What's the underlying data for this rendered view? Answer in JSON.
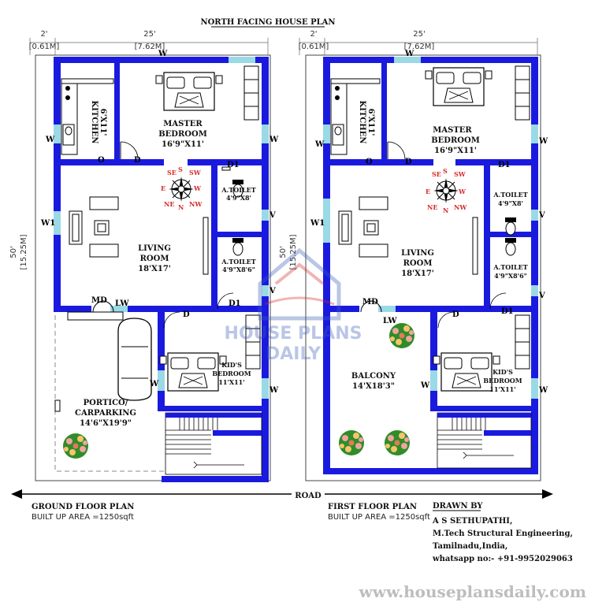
{
  "title": "NORTH FACING HOUSE PLAN",
  "road": "ROAD",
  "dimensions": {
    "setback_ft": "2'",
    "setback_m": "[0.61M]",
    "width_ft": "25'",
    "width_m": "[7.62M]",
    "depth_ft": "50'",
    "depth_m": "[15.25M]"
  },
  "compass": {
    "n": "N",
    "s": "S",
    "e": "E",
    "w": "W",
    "ne": "NE",
    "nw": "NW",
    "se": "SE",
    "sw": "SW"
  },
  "ground_floor": {
    "caption": "GROUND FLOOR PLAN",
    "area": "BUILT UP AREA =1250sqft",
    "kitchen": {
      "name": "KITCHEN",
      "size": "6'X11'"
    },
    "master": {
      "name": "MASTER",
      "name2": "BEDROOM",
      "size": "16'9\"X11'"
    },
    "living": {
      "name": "LIVING",
      "name2": "ROOM",
      "size": "18'X17'"
    },
    "toilet1": {
      "name": "A.TOILET",
      "size": "4'9\"X8'"
    },
    "toilet2": {
      "name": "A.TOILET",
      "size": "4'9\"X8'6\""
    },
    "kids": {
      "name": "KID'S",
      "name2": "BEDROOM",
      "size": "11'X11'"
    },
    "portico": {
      "name": "PORTICO/",
      "name2": "CARPARKING",
      "size": "14'6\"X19'9\""
    }
  },
  "first_floor": {
    "caption": "FIRST FLOOR PLAN",
    "area": "BUILT UP AREA =1250sqft",
    "kitchen": {
      "name": "KITCHEN",
      "size": "6'X11'"
    },
    "master": {
      "name": "MASTER",
      "name2": "BEDROOM",
      "size": "16'9\"X11'"
    },
    "living": {
      "name": "LIVING",
      "name2": "ROOM",
      "size": "18'X17'"
    },
    "toilet1": {
      "name": "A.TOILET",
      "size": "4'9\"X8'"
    },
    "toilet2": {
      "name": "A.TOILET",
      "size": "4'9\"X8'6\""
    },
    "kids": {
      "name": "KID'S",
      "name2": "BEDROOM",
      "size": "11'X11'"
    },
    "balcony": {
      "name": "BALCONY",
      "size": "14'X18'3\""
    }
  },
  "openings": {
    "w": "W",
    "w1": "W1",
    "d": "D",
    "d1": "D1",
    "v": "V",
    "o": "O",
    "md": "MD",
    "lw": "LW"
  },
  "drawn_by": {
    "heading": "DRAWN BY",
    "name": "A S SETHUPATHI,",
    "qualification": "M.Tech Structural Engineering,",
    "location": "Tamilnadu,India,",
    "contact": "whatsapp no:- +91-9952029063"
  },
  "website": "www.houseplansdaily.com",
  "watermark": {
    "line1": "HOUSE PLANS",
    "line2": "DAILY"
  },
  "colors": {
    "wall": "#1a1adf",
    "window": "#9ad9e6",
    "accent": "#d62b2b"
  }
}
